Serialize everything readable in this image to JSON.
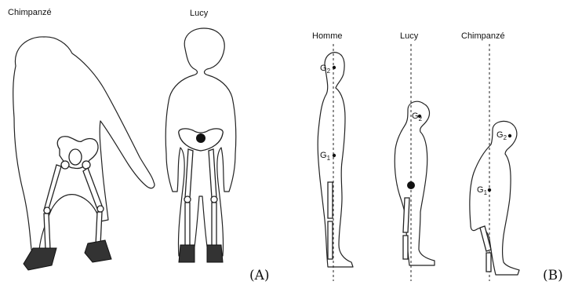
{
  "panel_a": {
    "label": "(A)",
    "figures": [
      {
        "name": "Chimpanzé"
      },
      {
        "name": "Lucy"
      }
    ]
  },
  "panel_b": {
    "label": "(B)",
    "figures": [
      {
        "name": "Homme",
        "g_top": "G",
        "g_top_sub": "2",
        "g_bottom": "G",
        "g_bottom_sub": "1"
      },
      {
        "name": "Lucy",
        "g_top": "G",
        "g_top_sub": "2"
      },
      {
        "name": "Chimpanzé",
        "g_top": "G",
        "g_top_sub": "2",
        "g_bottom": "G",
        "g_bottom_sub": "1"
      }
    ]
  }
}
